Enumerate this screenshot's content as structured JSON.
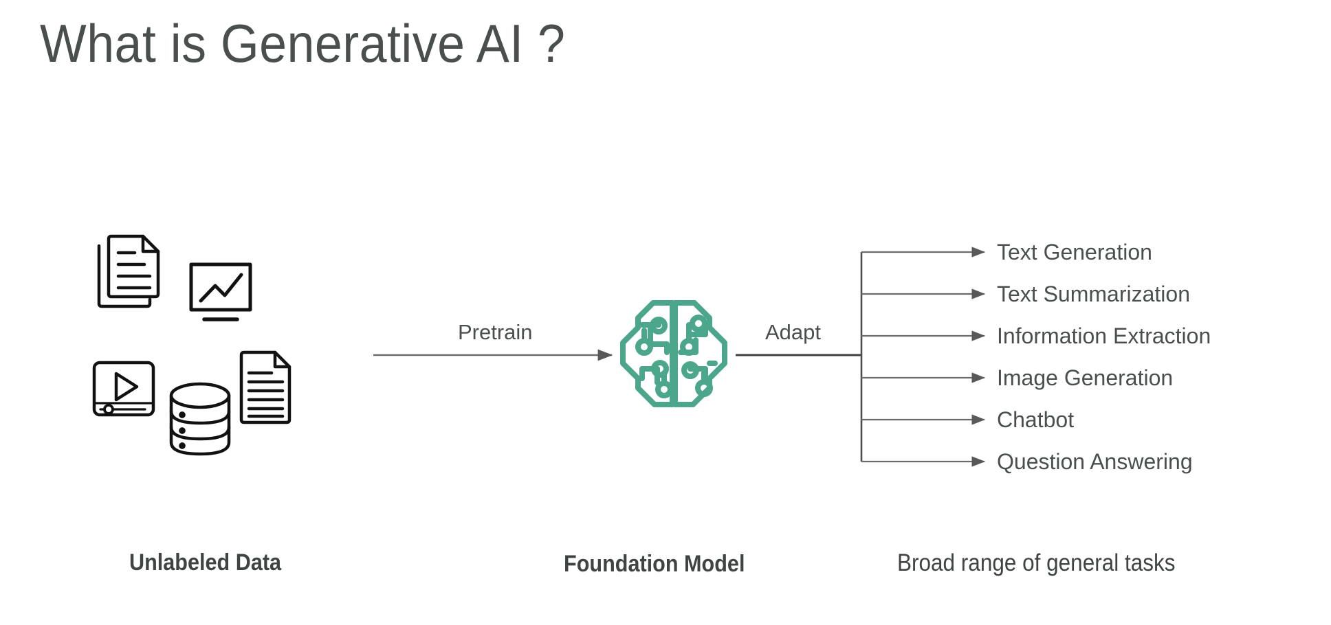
{
  "slide": {
    "title": "What is Generative AI ?",
    "background_color": "#ffffff",
    "text_color": "#4a4f4d",
    "accent_color": "#4ca68c",
    "line_color": "#595959"
  },
  "flow": {
    "pretrain_label": "Pretrain",
    "adapt_label": "Adapt"
  },
  "inputs": {
    "caption": "Unlabeled Data",
    "icons": [
      {
        "name": "documents-stack-icon",
        "label": "Documents"
      },
      {
        "name": "chart-monitor-icon",
        "label": "Chart"
      },
      {
        "name": "video-player-icon",
        "label": "Video"
      },
      {
        "name": "database-icon",
        "label": "Database"
      },
      {
        "name": "document-icon",
        "label": "Document"
      }
    ]
  },
  "model": {
    "caption": "Foundation Model",
    "icon": "ai-brain-circuit-icon"
  },
  "outputs": {
    "caption": "Broad range of general tasks",
    "tasks": [
      {
        "label": "Text Generation"
      },
      {
        "label": "Text Summarization"
      },
      {
        "label": "Information Extraction"
      },
      {
        "label": "Image Generation"
      },
      {
        "label": "Chatbot"
      },
      {
        "label": "Question Answering"
      }
    ]
  }
}
